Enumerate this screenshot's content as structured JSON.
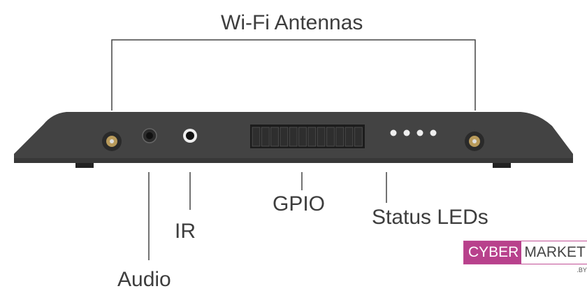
{
  "labels": {
    "wifi": "Wi-Fi Antennas",
    "audio": "Audio",
    "ir": "IR",
    "gpio": "GPIO",
    "status": "Status LEDs"
  },
  "watermark": {
    "part1": "CYBER",
    "part2": "MARKET",
    "suffix": ".BY"
  },
  "colors": {
    "body": "#3f3f3f",
    "line": "#444444",
    "brand": "#b8418c"
  }
}
